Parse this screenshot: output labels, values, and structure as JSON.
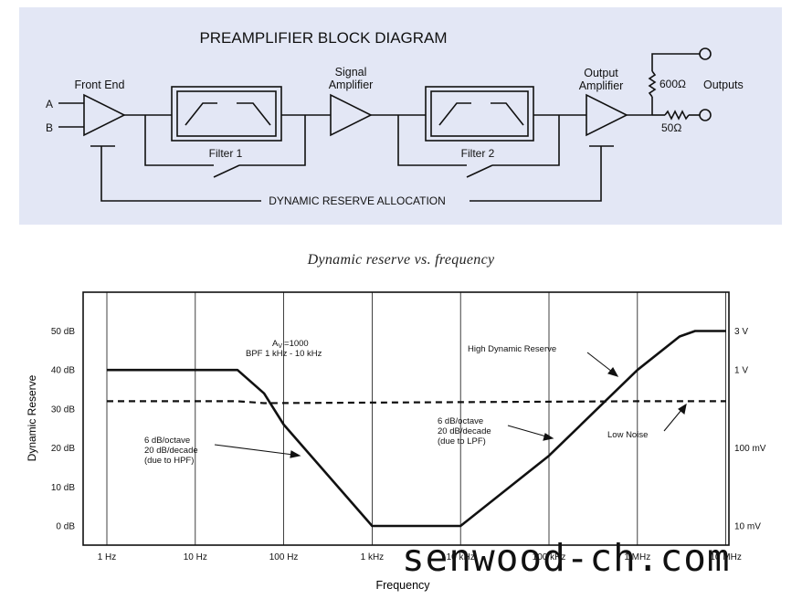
{
  "diagram": {
    "title": "PREAMPLIFIER BLOCK DIAGRAM",
    "input_a": "A",
    "input_b": "B",
    "front_end": "Front End",
    "signal_amplifier": [
      "Signal",
      "Amplifier"
    ],
    "output_amplifier": [
      "Output",
      "Amplifier"
    ],
    "filter1": "Filter 1",
    "filter2": "Filter 2",
    "r600": "600Ω",
    "r50": "50Ω",
    "outputs": "Outputs",
    "dynamic_reserve_allocation": "DYNAMIC RESERVE ALLOCATION"
  },
  "chart_caption": "Dynamic reserve vs. frequency",
  "chart_data": {
    "type": "line",
    "xlabel": "Frequency",
    "ylabel": "Dynamic Reserve",
    "x_scale": "log",
    "x_ticks": [
      "1 Hz",
      "10 Hz",
      "100 Hz",
      "1 kHz",
      "10 kHz",
      "100 kHz",
      "1 MHz",
      "10 MHz"
    ],
    "y_ticks_left": [
      "0 dB",
      "10 dB",
      "20 dB",
      "30 dB",
      "40 dB",
      "50 dB"
    ],
    "y_ticks_right": [
      "10 mV",
      "100 mV",
      "1 V",
      "3 V"
    ],
    "ylim": [
      -4,
      58
    ],
    "series": [
      {
        "name": "High Dynamic Reserve",
        "style": "solid",
        "x": [
          1,
          30,
          60,
          100,
          1000,
          10000,
          100000,
          1000000,
          3000000,
          4500000,
          10000000
        ],
        "y": [
          40,
          40,
          34,
          26,
          0,
          0,
          18,
          40,
          48.6,
          50,
          50
        ]
      },
      {
        "name": "Low Noise",
        "style": "dashed",
        "x": [
          1,
          30,
          60,
          1000000,
          10000000
        ],
        "y": [
          32,
          32,
          31.5,
          32,
          32
        ]
      }
    ],
    "annotations": {
      "av_sub": "V",
      "av_value": "=1000",
      "bpf": "BPF 1 kHz - 10 kHz",
      "hpf": [
        "6 dB/octave",
        "20 dB/decade",
        "(due to HPF)"
      ],
      "lpf": [
        "6 dB/octave",
        "20 dB/decade",
        "(due to LPF)"
      ],
      "high_reserve": "High Dynamic Reserve",
      "low_noise": "Low Noise"
    }
  },
  "watermark": "senwood-ch.com"
}
